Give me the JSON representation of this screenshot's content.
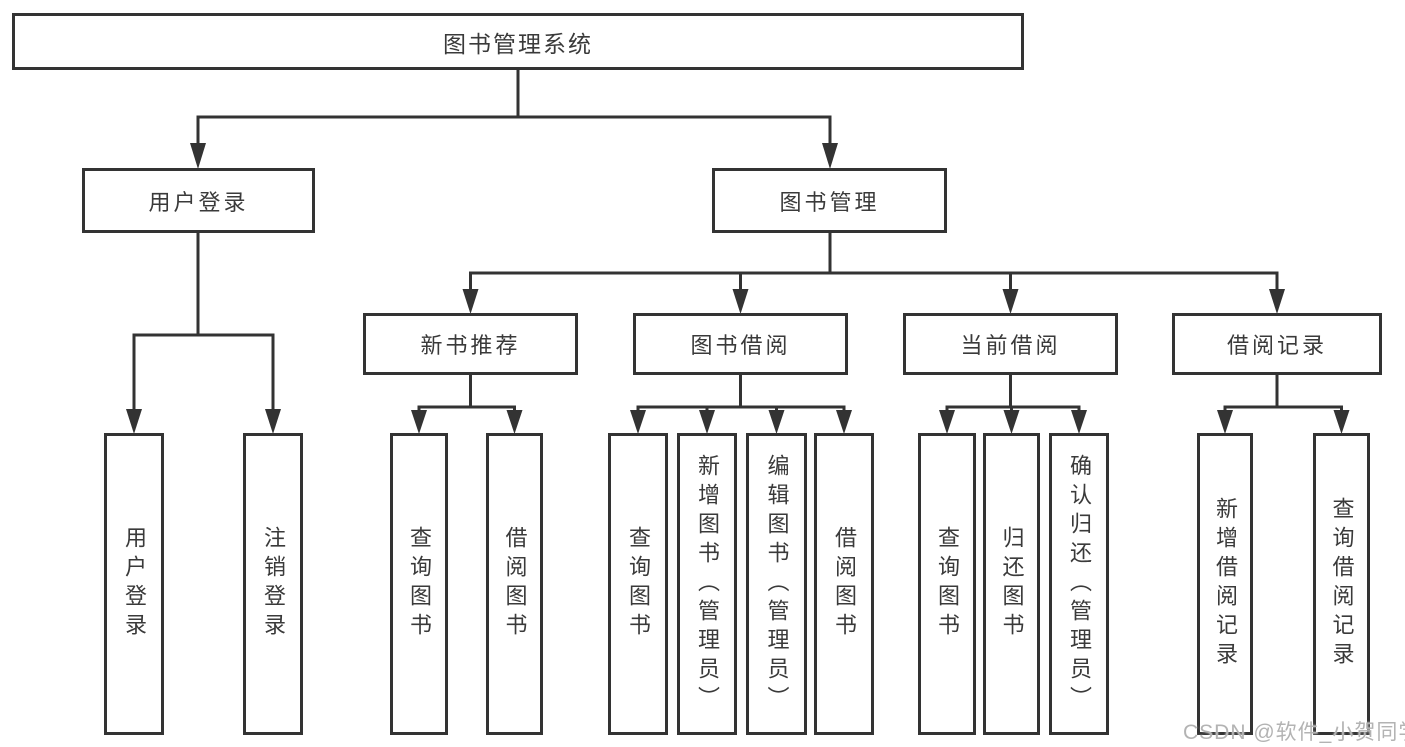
{
  "tree": {
    "label": "图书管理系统",
    "children": [
      {
        "label": "用户登录",
        "children": [
          {
            "label": "用户登录"
          },
          {
            "label": "注销登录"
          }
        ]
      },
      {
        "label": "图书管理",
        "children": [
          {
            "label": "新书推荐",
            "children": [
              {
                "label": "查询图书"
              },
              {
                "label": "借阅图书"
              }
            ]
          },
          {
            "label": "图书借阅",
            "children": [
              {
                "label": "查询图书"
              },
              {
                "label": "新增图书（管理员）"
              },
              {
                "label": "编辑图书（管理员）"
              },
              {
                "label": "借阅图书"
              }
            ]
          },
          {
            "label": "当前借阅",
            "children": [
              {
                "label": "查询图书"
              },
              {
                "label": "归还图书"
              },
              {
                "label": "确认归还（管理员）"
              }
            ]
          },
          {
            "label": "借阅记录",
            "children": [
              {
                "label": "新增借阅记录"
              },
              {
                "label": "查询借阅记录"
              }
            ]
          }
        ]
      }
    ]
  },
  "watermark": {
    "text": "CSDN @软件_小贺同学"
  },
  "colors": {
    "line": "#333333",
    "text": "#3a3a3a",
    "box_background": "#ffffff",
    "watermark": "#b3b3b3",
    "background": "#ffffff"
  }
}
